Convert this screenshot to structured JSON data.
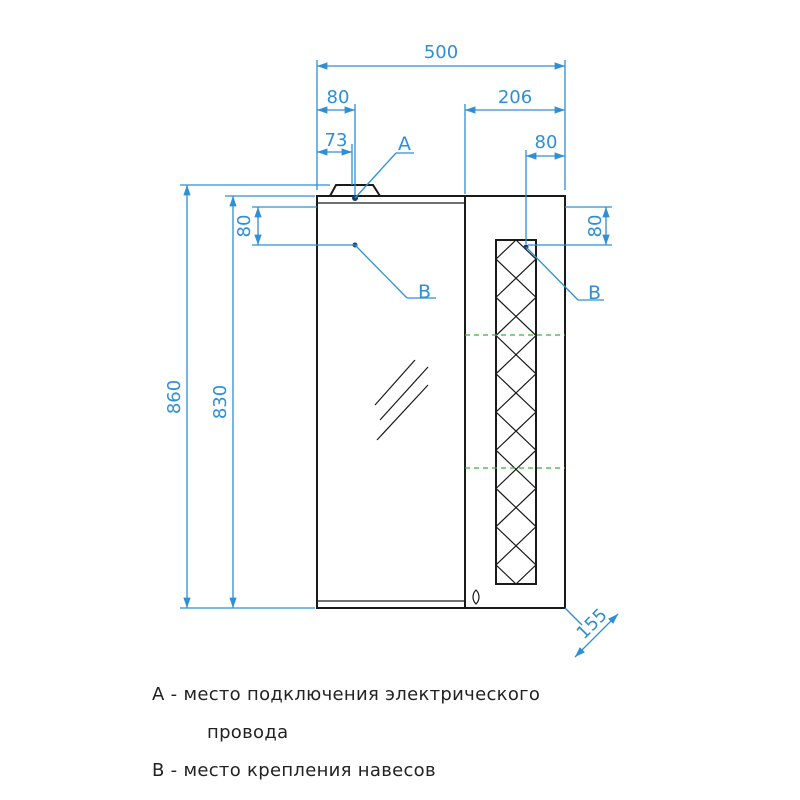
{
  "dimensions": {
    "total_width": "500",
    "left_offset_80": "80",
    "left_offset_73": "73",
    "right_section_width": "206",
    "right_offset_80": "80",
    "left_vertical_80": "80",
    "right_vertical_80": "80",
    "total_height": "860",
    "inner_height": "830",
    "depth": "155"
  },
  "callouts": {
    "a": "А",
    "b_left": "В",
    "b_right": "В"
  },
  "legend": {
    "line1": "А - место подключения электрического",
    "line2": "провода",
    "line3": "В - место крепления навесов"
  },
  "colors": {
    "dimension": "#2e8fd6",
    "outline": "#1a1a1a",
    "shelf_marker": "#3cb043"
  }
}
